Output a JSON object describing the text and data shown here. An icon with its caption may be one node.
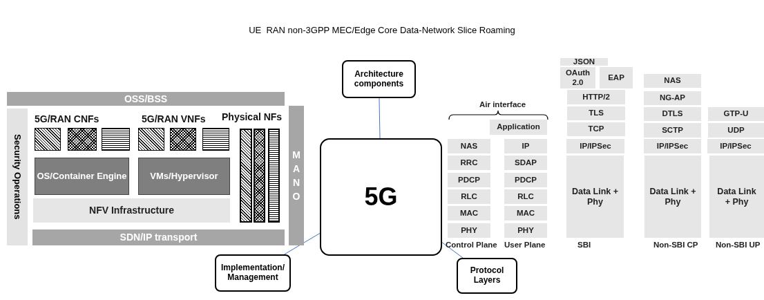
{
  "diagram": {
    "title": "UE  RAN non-3GPP MEC/Edge Core Data-Network Slice Roaming",
    "nodes": [
      {
        "text": [
          "5G"
        ]
      },
      {
        "text": [
          "Architecture components"
        ]
      },
      {
        "text": [
          "Implementation/ Management"
        ]
      },
      {
        "text": [
          "Protocol Layers"
        ]
      },
      {
        "text": [
          "OSS/BSS"
        ]
      },
      {
        "text": [
          "Security Operations"
        ]
      },
      {
        "text": [
          "MANO"
        ]
      },
      {
        "text": [
          "SDN/IP transport"
        ]
      },
      {
        "text": [
          "NFV Infrastructure"
        ]
      },
      {
        "text": [
          "OS/Container Engine"
        ]
      },
      {
        "text": [
          "VMs/Hypervisor"
        ]
      },
      {
        "text": [],
        "shape": "box"
      },
      {
        "text": [],
        "shape": "box"
      },
      {
        "text": [],
        "shape": "box"
      },
      {
        "text": [],
        "shape": "box"
      },
      {
        "text": [],
        "shape": "box"
      },
      {
        "text": [],
        "shape": "box"
      },
      {
        "text": [],
        "shape": "bar"
      },
      {
        "text": [],
        "shape": "bar"
      },
      {
        "text": [],
        "shape": "bar"
      },
      {
        "text": [
          "Application"
        ]
      },
      {
        "text": [
          "NAS"
        ]
      },
      {
        "text": [
          "IP"
        ]
      },
      {
        "text": [
          "RRC"
        ]
      },
      {
        "text": [
          "SDAP"
        ]
      },
      {
        "text": [
          "PDCP"
        ]
      },
      {
        "text": [
          "PDCP"
        ]
      },
      {
        "text": [
          "RLC"
        ]
      },
      {
        "text": [
          "RLC"
        ]
      },
      {
        "text": [
          "MAC"
        ]
      },
      {
        "text": [
          "MAC"
        ]
      },
      {
        "text": [
          "PHY"
        ]
      },
      {
        "text": [
          "PHY"
        ]
      },
      {
        "text": [
          "JSON"
        ]
      },
      {
        "text": [
          "OAuth 2.0"
        ]
      },
      {
        "text": [
          "EAP"
        ]
      },
      {
        "text": [
          "HTTP/2"
        ]
      },
      {
        "text": [
          "TLS"
        ]
      },
      {
        "text": [
          "TCP"
        ]
      },
      {
        "text": [
          "IP/IPSec"
        ]
      },
      {
        "text": [
          "Data Link + Phy"
        ]
      },
      {
        "text": [
          "NAS"
        ]
      },
      {
        "text": [
          "NG-AP"
        ]
      },
      {
        "text": [
          "DTLS"
        ]
      },
      {
        "text": [
          "SCTP"
        ]
      },
      {
        "text": [
          "IP/IPSec"
        ]
      },
      {
        "text": [
          "Data Link + Phy"
        ]
      },
      {
        "text": [
          "GTP-U"
        ]
      },
      {
        "text": [
          "UDP"
        ]
      },
      {
        "text": [
          "IP/IPSec"
        ]
      },
      {
        "text": [
          "Data Link + Phy"
        ]
      }
    ],
    "edges": [
      {
        "from": 0,
        "to": 1,
        "arrow": "none"
      },
      {
        "from": 0,
        "to": 2,
        "arrow": "none"
      },
      {
        "from": 0,
        "to": 3,
        "arrow": "none"
      }
    ],
    "labels": [
      "5G/RAN CNFs",
      "5G/RAN VNFs",
      "Physical NFs",
      "Air interface",
      "Control Plane",
      "User Plane",
      "SBI",
      "Non-SBI CP",
      "Non-SBI UP"
    ]
  }
}
